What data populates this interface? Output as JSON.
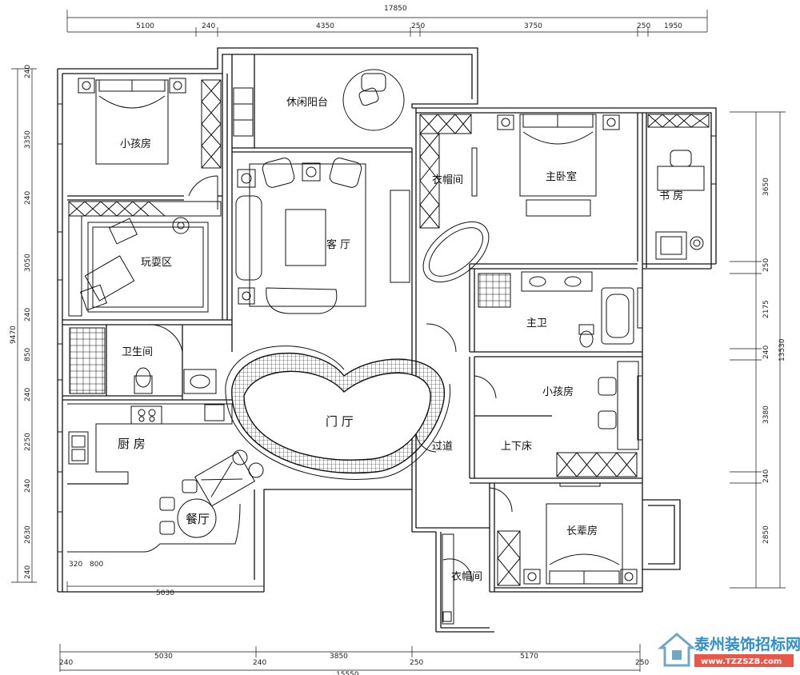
{
  "rooms": {
    "child_room_1": "小孩房",
    "leisure_balcony": "休闲阳台",
    "play_area": "玩耍区",
    "living_room": "客  厅",
    "wardrobe_1": "衣帽间",
    "master_bedroom": "主卧室",
    "study": "书  房",
    "powder_room": "卫生间",
    "master_bath": "主卫",
    "foyer": "门  厅",
    "child_room_2": "小孩房",
    "bunk_bed": "上下床",
    "kitchen": "厨  房",
    "corridor": "过道",
    "dining": "餐厅",
    "elder_room": "长辈房",
    "wardrobe_2": "衣帽间"
  },
  "dimensions": {
    "top": [
      "5100",
      "240",
      "4350",
      "250",
      "3750",
      "250",
      "1950"
    ],
    "top_total": "17850",
    "bottom": [
      "240",
      "5030",
      "240",
      "3850",
      "250",
      "5170",
      "250"
    ],
    "bottom_total": "15550",
    "left": [
      "240",
      "3350",
      "240",
      "3050",
      "240",
      "850",
      "240",
      "2250",
      "240",
      "2630",
      "240"
    ],
    "left_total": "9470",
    "right": [
      "3650",
      "250",
      "2175",
      "240",
      "3380",
      "240",
      "2850"
    ],
    "right_total": "13530",
    "interior_bottom": "5030",
    "interior_small": [
      "320",
      "800"
    ]
  },
  "watermark": {
    "title": "泰州装饰招标网",
    "url": "www.TZZSZB.com"
  },
  "colors": {
    "line": "#111111",
    "watermark_blue": "#2f8fc6",
    "watermark_red": "#e8584a"
  }
}
